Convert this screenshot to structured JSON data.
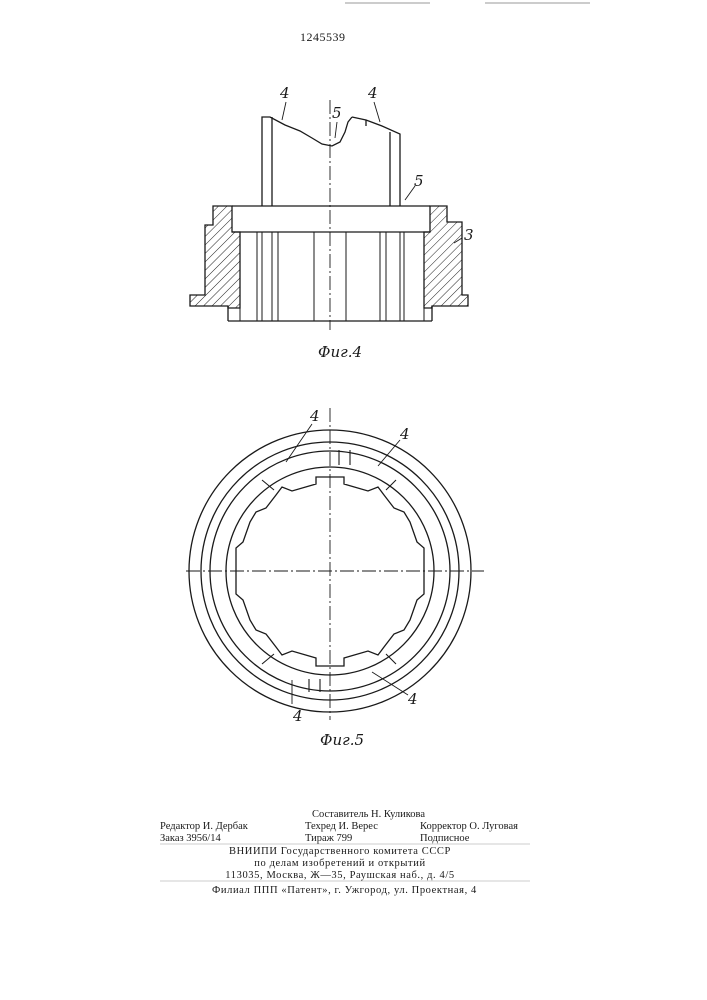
{
  "header": {
    "patent_number": "1245539"
  },
  "fig4": {
    "caption": "Фиг.4",
    "labels": {
      "a": "4",
      "b": "4",
      "c": "5",
      "d": "5",
      "e": "3"
    }
  },
  "fig5": {
    "caption": "Фиг.5",
    "labels": {
      "a": "4",
      "b": "4",
      "c": "4",
      "d": "4"
    }
  },
  "footer": {
    "compiler": "Составитель Н. Куликова",
    "editor": "Редактор И. Дербак",
    "techred": "Техред И. Верес",
    "corrector": "Корректор О. Луговая",
    "order": "Заказ 3956/14",
    "circulation": "Тираж 799",
    "subscription": "Подписное",
    "org_line1": "ВНИИПИ Государственного комитета СССР",
    "org_line2": "по делам изобретений и открытий",
    "org_line3": "113035, Москва, Ж—35, Раушская наб., д. 4/5",
    "branch": "Филиал ППП «Патент», г. Ужгород, ул. Проектная, 4"
  }
}
